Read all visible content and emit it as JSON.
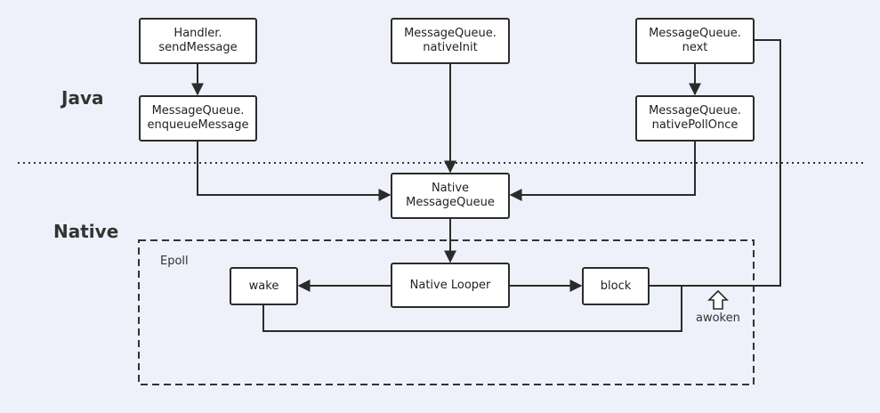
{
  "layers": {
    "java": "Java",
    "native": "Native"
  },
  "epoll": {
    "label": "Epoll",
    "awoken_label": "awoken"
  },
  "nodes": {
    "handler_send": {
      "line1": "Handler.",
      "line2": "sendMessage"
    },
    "mq_native_init": {
      "line1": "MessageQueue.",
      "line2": "nativeInit"
    },
    "mq_next": {
      "line1": "MessageQueue.",
      "line2": "next"
    },
    "mq_enqueue": {
      "line1": "MessageQueue.",
      "line2": "enqueueMessage"
    },
    "mq_poll_once": {
      "line1": "MessageQueue.",
      "line2": "nativePollOnce"
    },
    "native_mq": {
      "line1": "Native",
      "line2": "MessageQueue"
    },
    "wake": {
      "label": "wake"
    },
    "native_looper": {
      "label": "Native Looper"
    },
    "block": {
      "label": "block"
    }
  }
}
